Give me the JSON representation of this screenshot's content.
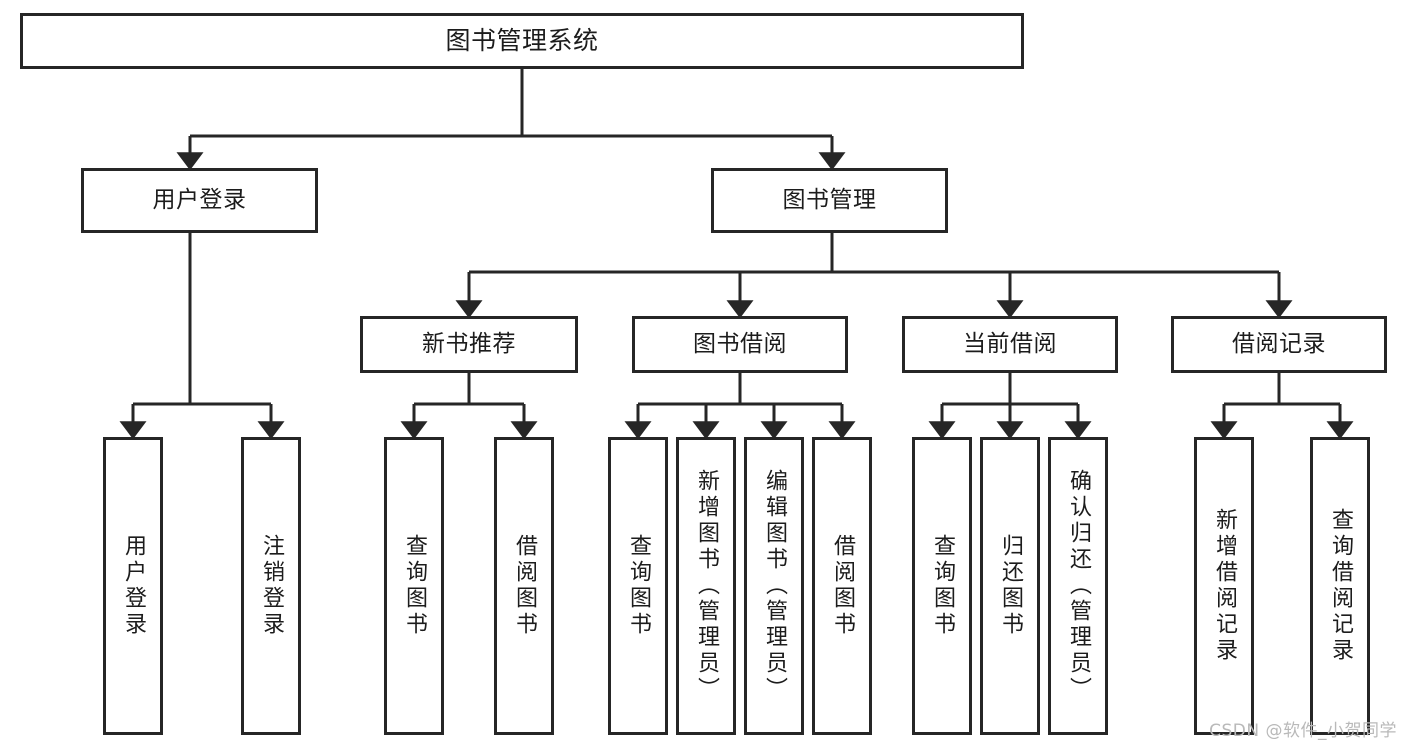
{
  "diagram": {
    "title": "图书管理系统",
    "watermark": "CSDN @软件_小贺同学",
    "stroke_color": "#262626",
    "fill_color": "#ffffff",
    "text_color": "#1c1c1c",
    "watermark_color": "#b9b9b9"
  },
  "nodes": {
    "root": {
      "label": "图书管理系统"
    },
    "level2": [
      {
        "label": "用户登录"
      },
      {
        "label": "图书管理"
      }
    ],
    "level3": [
      {
        "label": "新书推荐"
      },
      {
        "label": "图书借阅"
      },
      {
        "label": "当前借阅"
      },
      {
        "label": "借阅记录"
      }
    ],
    "leaves": {
      "user_login": [
        {
          "label": "用户登录"
        },
        {
          "label": "注销登录"
        }
      ],
      "new_book_recommend": [
        {
          "label": "查询图书"
        },
        {
          "label": "借阅图书"
        }
      ],
      "book_borrow": [
        {
          "label": "查询图书"
        },
        {
          "label": "新增图书（管理员）"
        },
        {
          "label": "编辑图书（管理员）"
        },
        {
          "label": "借阅图书"
        }
      ],
      "current_borrow": [
        {
          "label": "查询图书"
        },
        {
          "label": "归还图书"
        },
        {
          "label": "确认归还（管理员）"
        }
      ],
      "borrow_record": [
        {
          "label": "新增借阅记录"
        },
        {
          "label": "查询借阅记录"
        }
      ]
    }
  }
}
